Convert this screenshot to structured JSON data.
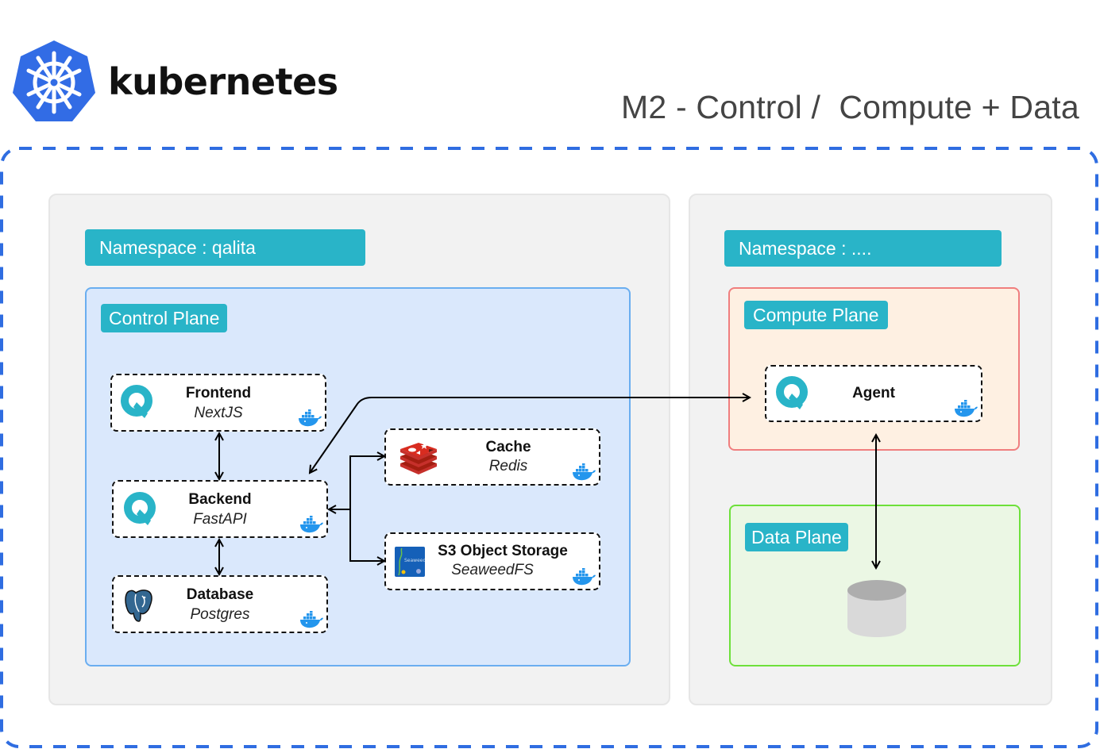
{
  "header": {
    "logo_icon": "kubernetes-helm-wheel-icon",
    "wordmark": "kubernetes",
    "title": "M2 - Control /  Compute + Data"
  },
  "colors": {
    "cluster_border": "#2f6de1",
    "label_bg": "#29b4c8",
    "control_plane_bg": "#dae8fc",
    "control_plane_border": "#6aaef0",
    "compute_plane_bg": "#fef0e2",
    "compute_plane_border": "#f07e7e",
    "data_plane_bg": "#ebf7e4",
    "data_plane_border": "#6de03a",
    "namespace_bg": "#f2f2f2"
  },
  "namespaces": [
    {
      "label": "Namespace : qalita",
      "planes": [
        {
          "label": "Control Plane",
          "services": [
            {
              "name": "Frontend",
              "tech": "NextJS",
              "icon": "qalita-q-icon",
              "runtime_icon": "docker-icon"
            },
            {
              "name": "Backend",
              "tech": "FastAPI",
              "icon": "qalita-q-icon",
              "runtime_icon": "docker-icon"
            },
            {
              "name": "Database",
              "tech": "Postgres",
              "icon": "postgres-elephant-icon",
              "runtime_icon": "docker-icon"
            },
            {
              "name": "Cache",
              "tech": "Redis",
              "icon": "redis-icon",
              "runtime_icon": "docker-icon"
            },
            {
              "name": "S3 Object Storage",
              "tech": "SeaweedFS",
              "icon": "seaweedfs-icon",
              "runtime_icon": "docker-icon"
            }
          ]
        }
      ]
    },
    {
      "label": "Namespace : ....",
      "planes": [
        {
          "label": "Compute Plane",
          "services": [
            {
              "name": "Agent",
              "tech": "",
              "icon": "qalita-q-icon",
              "runtime_icon": "docker-icon"
            }
          ]
        },
        {
          "label": "Data Plane",
          "services": [
            {
              "name": "",
              "icon": "database-cylinder-icon"
            }
          ]
        }
      ]
    }
  ],
  "connections": [
    {
      "from": "Frontend",
      "to": "Backend",
      "direction": "bidirectional"
    },
    {
      "from": "Backend",
      "to": "Database",
      "direction": "bidirectional"
    },
    {
      "from": "Backend",
      "to": "Cache",
      "direction": "bidirectional"
    },
    {
      "from": "Backend",
      "to": "S3 Object Storage",
      "direction": "bidirectional"
    },
    {
      "from": "Backend",
      "to": "Agent",
      "direction": "bidirectional"
    },
    {
      "from": "Agent",
      "to": "Data Plane storage",
      "direction": "bidirectional"
    }
  ]
}
